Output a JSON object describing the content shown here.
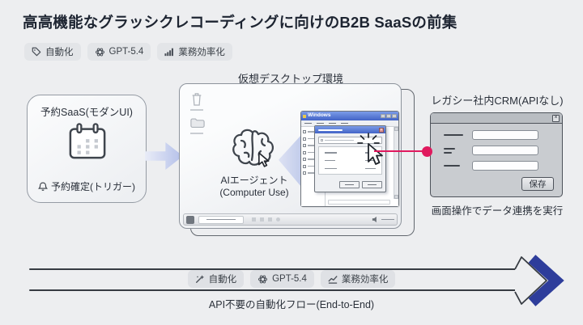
{
  "title": "高高機能なグラッシクレコーディングに向けのB2B SaaSの前集",
  "header_tags": [
    {
      "icon": "tag-icon",
      "label": "自動化"
    },
    {
      "icon": "openai-icon",
      "label": "GPT-5.4"
    },
    {
      "icon": "bar-chart-icon",
      "label": "業務効率化"
    }
  ],
  "saas_box": {
    "title": "予約SaaS(モダンUI)",
    "icon": "calendar-icon",
    "trigger_icon": "bell-icon",
    "trigger_label": "予約確定(トリガー)"
  },
  "virtual_desktop": {
    "label": "仮想デスクトップ環境",
    "agent_icon": "brain-icon",
    "agent_label": "AIエージェント",
    "agent_sublabel": "(Computer Use)",
    "os_window_title": "Windows"
  },
  "crm": {
    "title": "レガシー社内CRM(APIなし)",
    "close_glyph": "×",
    "save_button": "保存",
    "caption": "画面操作でデータ連携を実行"
  },
  "flow": {
    "tags": [
      {
        "icon": "wand-sparkle-icon",
        "label": "自動化"
      },
      {
        "icon": "openai-icon",
        "label": "GPT-5.4"
      },
      {
        "icon": "trend-chart-icon",
        "label": "業務効率化"
      }
    ],
    "caption": "API不要の自動化フロー(End-to-End)"
  },
  "colors": {
    "background": "#edeef0",
    "accent_pink": "#e0195e",
    "arrow_blue": "#2e3d9b",
    "window_blue": "#4263c6",
    "soft_arrow": "#b3bfe9"
  }
}
